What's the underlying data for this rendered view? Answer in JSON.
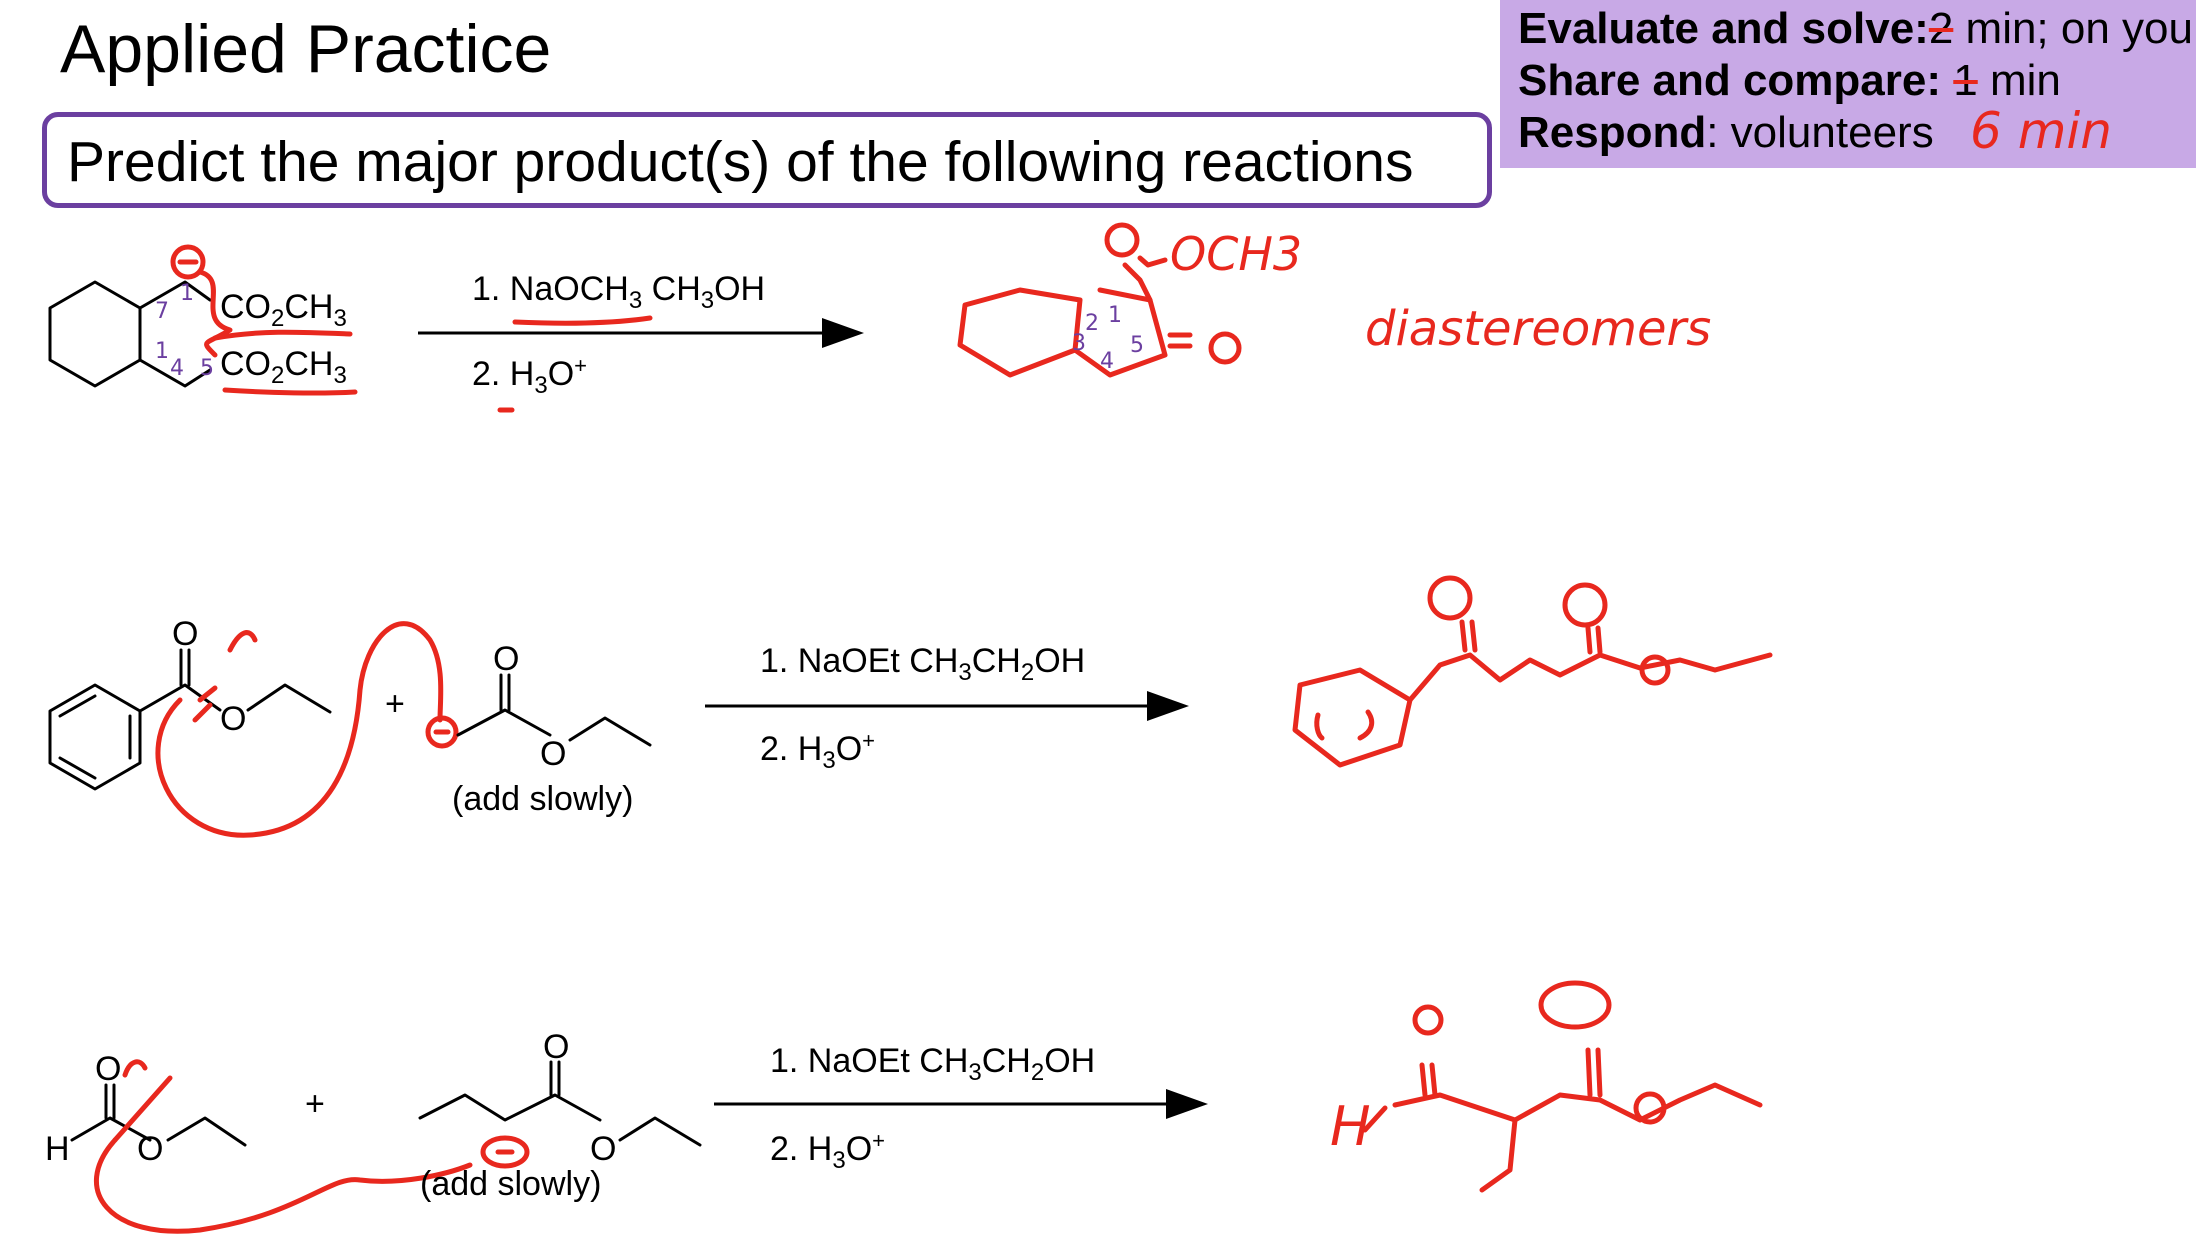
{
  "header": {
    "title": "Applied Practice",
    "prompt": "Predict the major product(s) of the following reactions"
  },
  "timer": {
    "line1_label": "Evaluate and solve:",
    "line1_value": " min; on you",
    "line2_label": "Share and compare:",
    "line2_value": " min",
    "line3_label": "Respond",
    "line3_value": ": volunteers",
    "struck_1": "2",
    "struck_2": "1",
    "handwritten_time": "6 min"
  },
  "reactions": [
    {
      "reactant_groups": [
        "CO2CH3",
        "CO2CH3"
      ],
      "reagent_1": "1. NaOCH3  CH3OH",
      "reagent_2": "2. H3O+",
      "note": "diastereomers",
      "product_label": "OCH3"
    },
    {
      "reactant_a": "ethyl benzoate",
      "reactant_b": "ethyl acetate",
      "add_note": "(add slowly)",
      "plus": "+",
      "reagent_1": "1. NaOEt  CH3CH2OH",
      "reagent_2": "2. H3O+"
    },
    {
      "reactant_a": "ethyl formate",
      "reactant_b": "ethyl butanoate",
      "add_note": "(add slowly)",
      "plus": "+",
      "reagent_1": "1. NaOEt  CH3CH2OH",
      "reagent_2": "2. H3O+",
      "product_label": "H"
    }
  ],
  "colors": {
    "accent_purple": "#6b3fa0",
    "timer_bg": "#c8a9e6",
    "ink_red": "#e8281e"
  }
}
